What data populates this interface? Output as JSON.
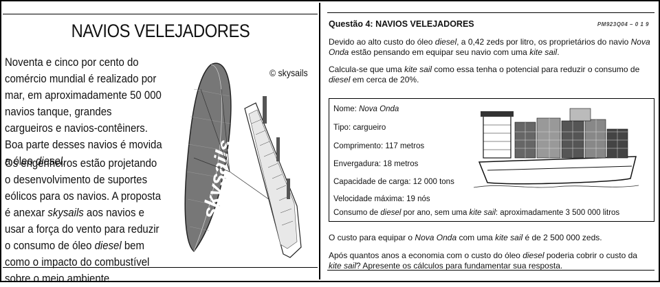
{
  "left": {
    "title": "NAVIOS VELEJADORES",
    "para1": "Noventa e cinco por cento do comércio mundial é realizado por mar, em aproximadamente 50 000 navios tanque, grandes cargueiros e navios-contêiners. Boa parte desses navios é movida a óleo diesel.",
    "para2": "Os engenheiros estão projetando o desenvolvimento de suportes eólicos para os navios. A proposta é anexar skysails aos navios e usar a força do vento para reduzir o consumo de óleo diesel bem como o impacto do combustível sobre o meio ambiente.",
    "credit": "© skysails",
    "kite_label": "skysails"
  },
  "right": {
    "question_title": "Questão 4: NAVIOS VELEJADORES",
    "code": "PM923Q04 – 0 1 9",
    "para1": "Devido ao alto custo do óleo diesel, a 0,42 zeds por litro, os proprietários do navio Nova Onda estão pensando em equipar seu navio com uma kite sail.",
    "para2": "Calcula-se que uma kite sail como essa tenha o potencial para reduzir o consumo de diesel em cerca de 20%.",
    "specs": {
      "name": "Nome: Nova Onda",
      "type": "Tipo: cargueiro",
      "length": "Comprimento: 117 metros",
      "beam": "Envergadura: 18 metros",
      "capacity": "Capacidade de carga: 12 000 tons",
      "speed": "Velocidade máxima: 19 nós",
      "consumption": "Consumo de diesel por ano, sem uma kite sail: aproximadamente 3 500 000 litros"
    },
    "para3": "O custo para equipar o Nova Onda com uma kite sail é de 2 500 000 zeds.",
    "para4": "Após quantos anos a economia com o custo do óleo diesel poderia cobrir o custo da kite sail? Apresente os cálculos para fundamentar sua resposta."
  }
}
